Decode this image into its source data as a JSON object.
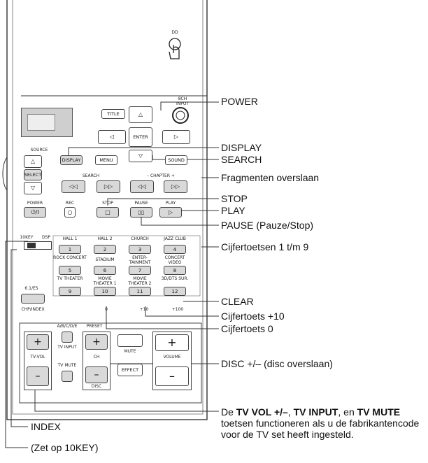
{
  "callouts": {
    "power": "POWER",
    "display": "DISPLAY",
    "search": "SEARCH",
    "skip": "Fragmenten overslaan",
    "stop": "STOP",
    "play": "PLAY",
    "pause": "PAUSE (Pauze/Stop)",
    "numbers": "Cijfertoetsen 1 t/m 9",
    "clear": "CLEAR",
    "plus10": "Cijfertoets +10",
    "zero": "Cijfertoets 0",
    "disc": "DISC +/– (disc overslaan)",
    "index": "INDEX",
    "tenkey": "(Zet op 10KEY)",
    "note": {
      "p1": "De ",
      "b1": "TV VOL +/–",
      "p2": ", ",
      "b2": "TV INPUT",
      "p3": ", en ",
      "b3": "TV MUTE",
      "p4": " toetsen functioneren als u de fabrikantencode voor de TV set heeft ingesteld."
    }
  },
  "remote": {
    "dd_label": "DD",
    "input_label": "8CH INPUT",
    "source": "SOURCE",
    "select": "SELECT",
    "title": "TITLE",
    "enter": "ENTER",
    "display": "DISPLAY",
    "menu": "MENU",
    "sound": "SOUND",
    "search": "SEARCH",
    "chapter": "– CHAPTER +",
    "power": "POWER",
    "rec": "REC",
    "stop": "STOP",
    "pause": "PAUSE",
    "play": "PLAY",
    "tenkey": "10KEY",
    "disp": "DSP",
    "six_ch": "6.1/ES",
    "chp_index": "CHP/INDEX",
    "abcde": "A/B/C/D/E",
    "preset": "PRESET",
    "tv_input": "TV INPUT",
    "tv_vol": "TV-VOL",
    "tv_mute": "TV MUTE",
    "ch": "CH",
    "disc": "DISC",
    "mute": "MUTE",
    "effect": "EFFECT",
    "volume": "VOLUME",
    "plus": "+",
    "minus": "–",
    "keys": [
      {
        "label": "HALL 1",
        "num": "1"
      },
      {
        "label": "HALL 2",
        "num": "2"
      },
      {
        "label": "CHURCH",
        "num": "3"
      },
      {
        "label": "JAZZ CLUB",
        "num": "4"
      },
      {
        "label": "ROCK CONCERT",
        "num": "5"
      },
      {
        "label": "STADIUM",
        "num": "6"
      },
      {
        "label": "ENTER-TAINMENT",
        "num": "7"
      },
      {
        "label": "CONCERT VIDEO",
        "num": "8"
      },
      {
        "label": "TV THEATER",
        "num": "9"
      },
      {
        "label": "MOVIE THEATER 1",
        "num": "10"
      },
      {
        "label": "MOVIE THEATER 2",
        "num": "11"
      },
      {
        "label": "3D/DTS SUR.",
        "num": "12"
      }
    ],
    "sub0": "0",
    "sub10": "+10",
    "sub100": "+100"
  }
}
